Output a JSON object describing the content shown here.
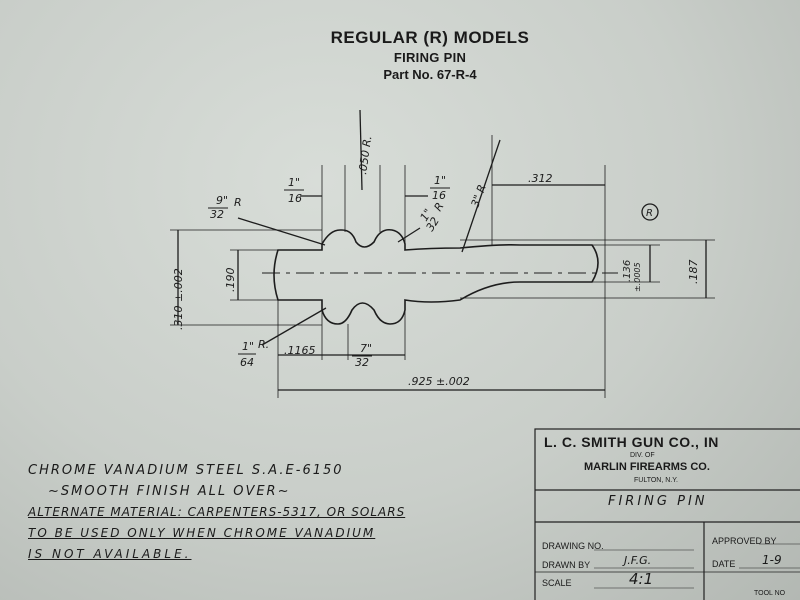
{
  "header": {
    "title": "REGULAR (R) MODELS",
    "part_name": "FIRING PIN",
    "part_no": "Part No. 67-R-4"
  },
  "drawing": {
    "dim_radius_top": ".050 R.",
    "dim_1_16_a_num": "1\"",
    "dim_1_16_a_den": "16",
    "dim_1_16_b_num": "1\"",
    "dim_1_16_b_den": "16",
    "dim_9_32_num": "9\"",
    "dim_9_32_den": "32",
    "dim_9_32_r": "R",
    "dim_1_32_num": "1\"",
    "dim_1_32_den": "32",
    "dim_1_32_r": "R",
    "dim_3_32_r": "3\" R",
    "dim_312": ".312",
    "dim_310": ".310 ±.002",
    "dim_190": ".190",
    "dim_136": ".136",
    "dim_136_tol": "±.0005",
    "dim_187": ".187",
    "dim_r_circle": "R",
    "dim_1_64_num": "1\"",
    "dim_1_64_r": "R.",
    "dim_1_64_den": "64",
    "dim_1165": ".1165",
    "dim_7_32_num": "7\"",
    "dim_7_32_den": "32",
    "dim_925": ".925 ±.002"
  },
  "notes": {
    "line1": "CHROME VANADIUM STEEL S.A.E-6150",
    "line2": "~SMOOTH FINISH ALL OVER~",
    "line3": "ALTERNATE MATERIAL: CARPENTERS-5317, OR SOLARS",
    "line4": "TO BE USED ONLY WHEN CHROME VANADIUM",
    "line5": "IS NOT AVAILABLE."
  },
  "title_block": {
    "company": "L. C. SMITH GUN CO., IN",
    "div": "DIV. OF",
    "marlin": "MARLIN FIREARMS CO.",
    "city": "FULTON, N.Y.",
    "part_title": "FIRING PIN",
    "drawing_no_label": "DRAWING NO.",
    "drawn_by_label": "DRAWN BY",
    "drawn_by_value": "J.F.G.",
    "scale_label": "SCALE",
    "scale_value": "4:1",
    "approved_by_label": "APPROVED BY",
    "date_label": "DATE",
    "date_value": "1-9",
    "tool_no_label": "TOOL NO"
  }
}
